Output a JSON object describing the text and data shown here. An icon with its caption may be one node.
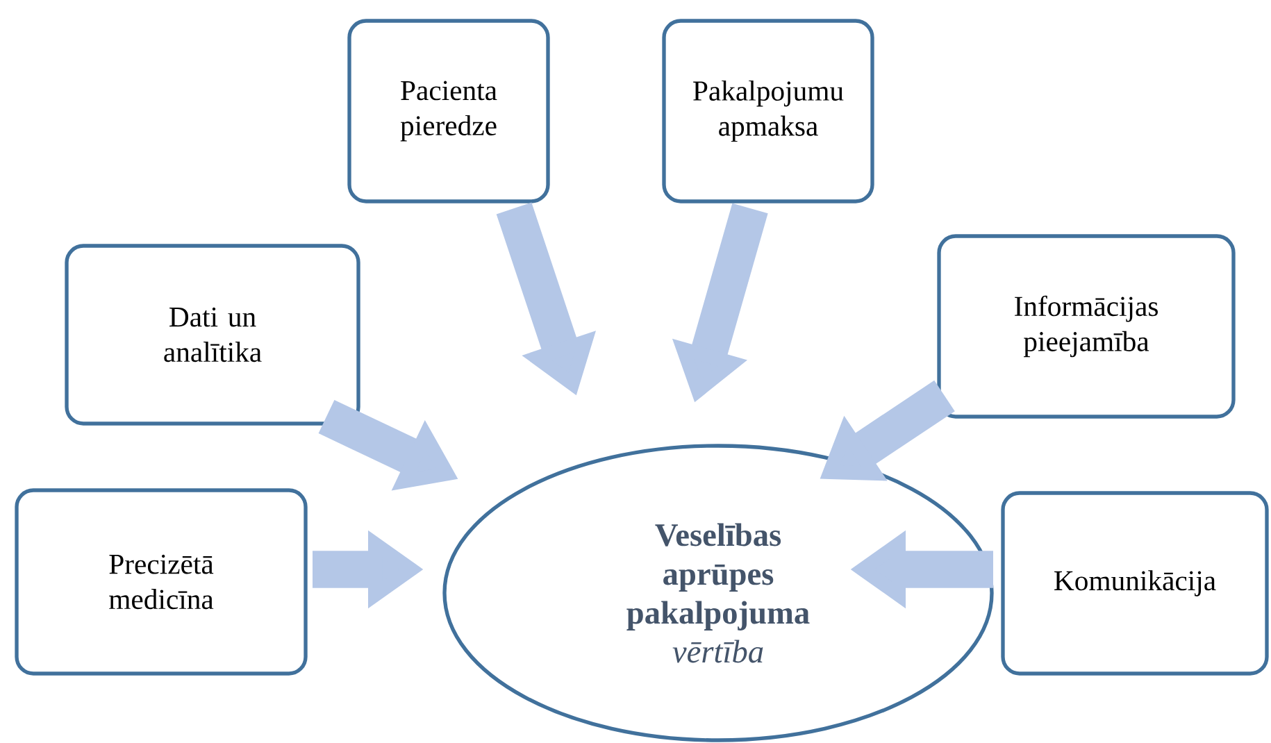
{
  "diagram": {
    "nodes": [
      {
        "text": [
          "Pacienta pieredze"
        ]
      },
      {
        "text": [
          "Pakalpojumu apmaksa"
        ]
      },
      {
        "text": [
          "Dati un analītika"
        ]
      },
      {
        "text": [
          "Informācijas pieejamība"
        ]
      },
      {
        "text": [
          "Precizētā medicīna"
        ]
      },
      {
        "text": [
          "Komunikācija"
        ]
      },
      {
        "text": [
          "**Veselības aprūpes pakalpojuma** *vērtība*"
        ]
      }
    ],
    "edges": [
      {
        "from": 0,
        "to": 6,
        "arrow": "to"
      },
      {
        "from": 1,
        "to": 6,
        "arrow": "to"
      },
      {
        "from": 2,
        "to": 6,
        "arrow": "to"
      },
      {
        "from": 3,
        "to": 6,
        "arrow": "to"
      },
      {
        "from": 4,
        "to": 6,
        "arrow": "to"
      },
      {
        "from": 5,
        "to": 6,
        "arrow": "to"
      }
    ]
  }
}
